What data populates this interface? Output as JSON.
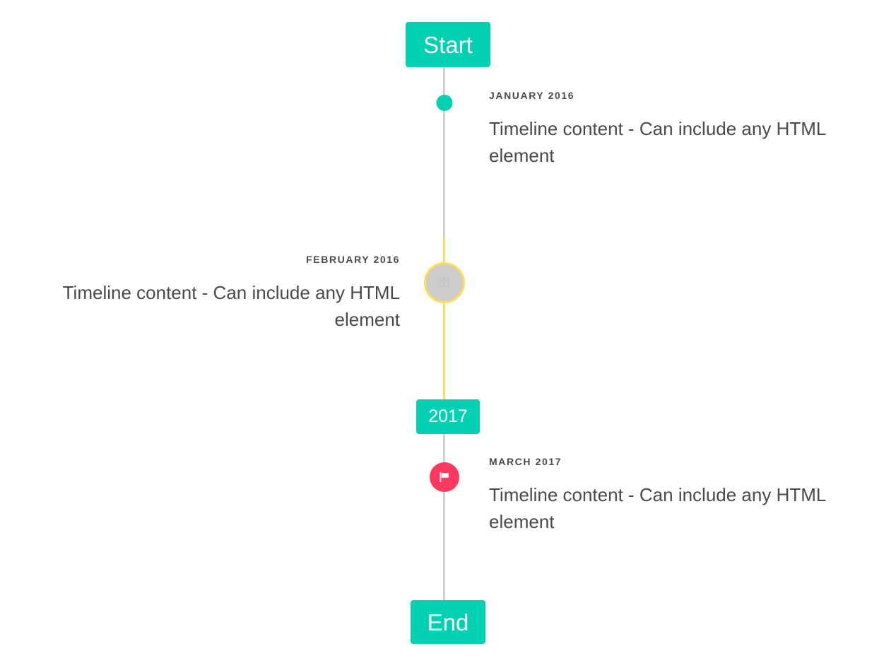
{
  "timeline": {
    "start_badge": {
      "label": "Start",
      "color": "#00d1b2"
    },
    "year_badge": {
      "label": "2017",
      "color": "#00d1b2"
    },
    "end_badge": {
      "label": "End",
      "color": "#00d1b2"
    },
    "line_colors": {
      "default": "#d3d3d3",
      "highlight": "#ffdd57"
    },
    "items": [
      {
        "heading": "JANUARY 2016",
        "body": "Timeline content - Can include any HTML element",
        "side": "right",
        "marker": {
          "type": "dot",
          "icon": "dot-icon",
          "color": "#00d1b2"
        }
      },
      {
        "heading": "FEBRUARY 2016",
        "body": "Timeline content - Can include any HTML element",
        "side": "left",
        "marker": {
          "type": "ring",
          "icon": "missing-glyph-icon",
          "color": "#cccccc",
          "border_color": "#ffdd57"
        }
      },
      {
        "heading": "MARCH 2017",
        "body": "Timeline content - Can include any HTML element",
        "side": "right",
        "marker": {
          "type": "flag",
          "icon": "flag-icon",
          "color": "#ff3860"
        }
      }
    ]
  }
}
